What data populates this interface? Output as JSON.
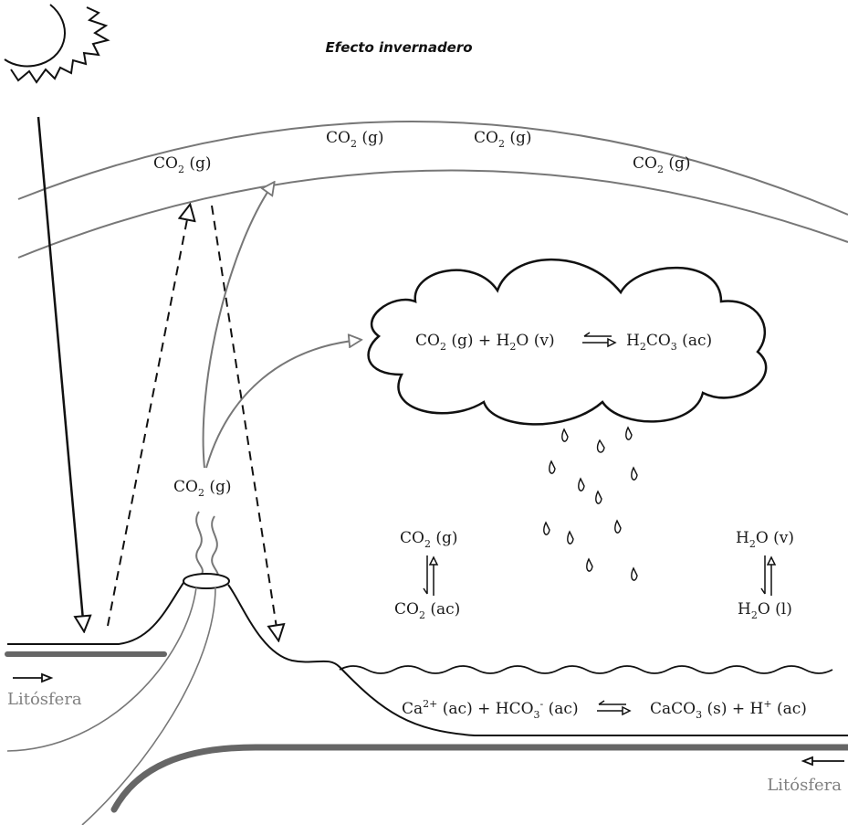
{
  "title": "Efecto invernadero",
  "atmosphere": {
    "co2_left": {
      "base": "CO",
      "sub": "2",
      "rest": " (g)"
    },
    "co2_mid1": {
      "base": "CO",
      "sub": "2",
      "rest": " (g)"
    },
    "co2_mid2": {
      "base": "CO",
      "sub": "2",
      "rest": " (g)"
    },
    "co2_right": {
      "base": "CO",
      "sub": "2",
      "rest": " (g)"
    }
  },
  "cloud": {
    "co2": "CO",
    "co2_sub": "2",
    "co2_rest": " (g) + H",
    "h2o_sub": "2",
    "h2o_rest": "O (v)",
    "product_h": "H",
    "product_sub": "2",
    "product_co": "CO",
    "product_sub2": "3",
    "product_rest": " (ac)"
  },
  "volcano": {
    "base": "CO",
    "sub": "2",
    "rest": " (g)"
  },
  "co2_equilibrium": {
    "top": {
      "base": "CO",
      "sub": "2",
      "rest": " (g)"
    },
    "bottom": {
      "base": "CO",
      "sub": "2",
      "rest": " (ac)"
    }
  },
  "h2o_equilibrium": {
    "top": {
      "base": "H",
      "sub": "2",
      "rest": "O (v)"
    },
    "bottom": {
      "base": "H",
      "sub": "2",
      "rest": "O (l)"
    }
  },
  "ocean": {
    "ca": "Ca",
    "ca_sup": "2+",
    "ca_rest": " (ac) + HCO",
    "hco_sub": "3",
    "hco_sup": "-",
    "hco_rest": " (ac)",
    "caco": "CaCO",
    "caco_sub": "3",
    "caco_rest": " (s) + H",
    "h_sup": "+",
    "h_rest": " (ac)"
  },
  "lithosphere_left": "Litósfera",
  "lithosphere_right": "Litósfera"
}
